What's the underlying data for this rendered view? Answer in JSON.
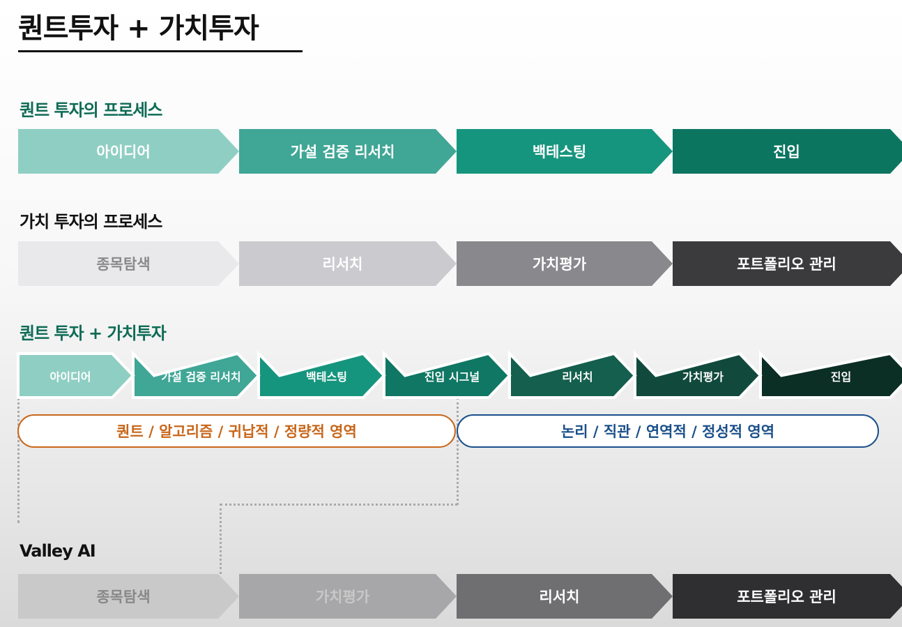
{
  "title": "퀀트투자 + 가치투자",
  "sections": {
    "quant": {
      "heading": "퀀트 투자의 프로세스",
      "color": "#0e6b55",
      "steps": [
        {
          "label": "아이디어",
          "fill": "#8fcfc3",
          "text": "#ffffff"
        },
        {
          "label": "가설 검증 리서치",
          "fill": "#40a696",
          "text": "#ffffff"
        },
        {
          "label": "백테스팅",
          "fill": "#16957e",
          "text": "#ffffff"
        },
        {
          "label": "진입",
          "fill": "#0b7560",
          "text": "#ffffff"
        }
      ]
    },
    "value": {
      "heading": "가치 투자의 프로세스",
      "color": "#111111",
      "steps": [
        {
          "label": "종목탐색",
          "fill": "#e9e9eb",
          "text": "#8a8a8a"
        },
        {
          "label": "리서치",
          "fill": "#cbcbcf",
          "text": "#ffffff"
        },
        {
          "label": "가치평가",
          "fill": "#89888c",
          "text": "#ffffff"
        },
        {
          "label": "포트폴리오 관리",
          "fill": "#3b3a3d",
          "text": "#ffffff"
        }
      ]
    },
    "combined": {
      "heading": "퀀트 투자 + 가치투자",
      "color": "#0e6b55",
      "steps": [
        {
          "label": "아이디어",
          "fill": "#8fcfc3",
          "text": "#ffffff"
        },
        {
          "label": "가설 검증 리서치",
          "fill": "#40a696",
          "text": "#ffffff"
        },
        {
          "label": "백테스팅",
          "fill": "#16957e",
          "text": "#ffffff"
        },
        {
          "label": "진입 시그널",
          "fill": "#0f7764",
          "text": "#ffffff"
        },
        {
          "label": "리서치",
          "fill": "#145f4e",
          "text": "#ffffff"
        },
        {
          "label": "가치평가",
          "fill": "#114a3d",
          "text": "#ffffff"
        },
        {
          "label": "진입",
          "fill": "#0b2e25",
          "text": "#ffffff"
        }
      ],
      "quant_area": {
        "label": "퀀트 / 알고리즘 / 귀납적 / 정량적 영역",
        "color": "#c8661a"
      },
      "value_area": {
        "label": "논리 / 직관 / 연역적 / 정성적 영역",
        "color": "#1a4f8a"
      }
    },
    "valley": {
      "heading": "Valley AI",
      "color": "#111111",
      "steps": [
        {
          "label": "종목탐색",
          "fill": "#c9c9c9",
          "text": "#888888"
        },
        {
          "label": "가치평가",
          "fill": "#a7a7a9",
          "text": "#c8c8c8"
        },
        {
          "label": "리서치",
          "fill": "#6f6e71",
          "text": "#ffffff"
        },
        {
          "label": "포트폴리오 관리",
          "fill": "#2f2f31",
          "text": "#ffffff"
        }
      ]
    }
  }
}
